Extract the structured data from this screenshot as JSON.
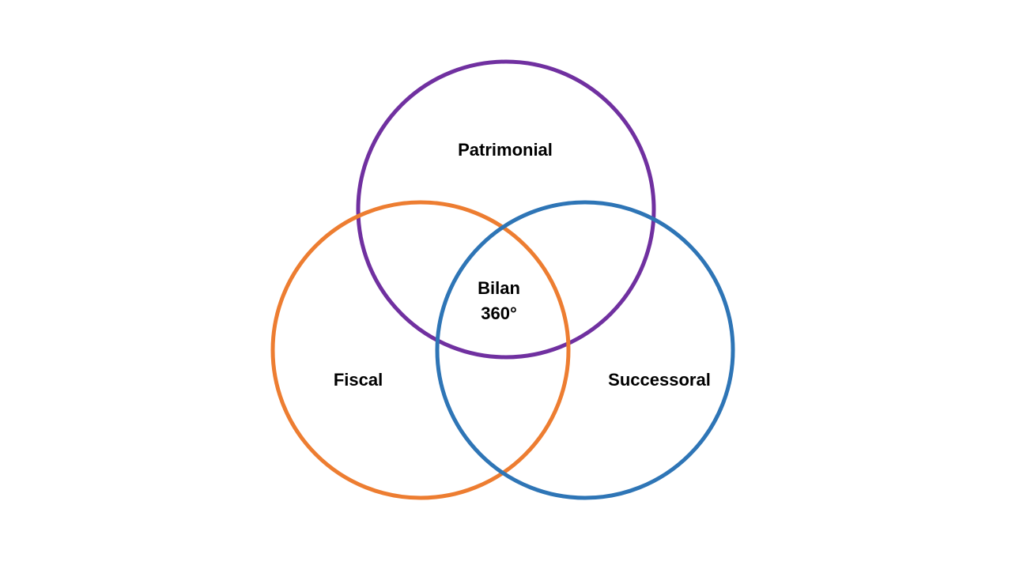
{
  "diagram": {
    "sets": [
      {
        "id": "patrimonial",
        "label": "Patrimonial",
        "color": "#7030a0"
      },
      {
        "id": "fiscal",
        "label": "Fiscal",
        "color": "#ed7d31"
      },
      {
        "id": "successoral",
        "label": "Successoral",
        "color": "#2e75b6"
      }
    ],
    "center": {
      "line1": "Bilan",
      "line2": "360°"
    }
  }
}
